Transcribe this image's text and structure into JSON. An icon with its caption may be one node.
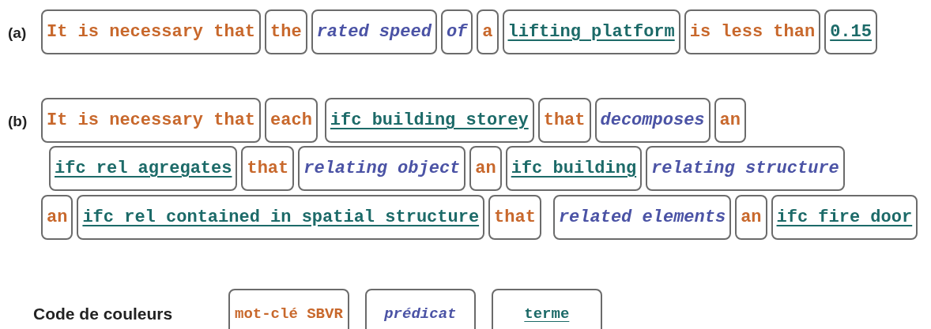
{
  "diagram": {
    "nodes": [
      {
        "text": [
          "It is necessary that"
        ]
      },
      {
        "text": [
          "the"
        ]
      },
      {
        "text": [
          "rated speed"
        ]
      },
      {
        "text": [
          "of"
        ]
      },
      {
        "text": [
          "a"
        ]
      },
      {
        "text": [
          "lifting platform"
        ]
      },
      {
        "text": [
          "is less than"
        ]
      },
      {
        "text": [
          "0.15"
        ]
      },
      {
        "text": [
          "It is necessary that"
        ]
      },
      {
        "text": [
          "each"
        ]
      },
      {
        "text": [
          "ifc building storey"
        ]
      },
      {
        "text": [
          "that"
        ]
      },
      {
        "text": [
          "decomposes"
        ]
      },
      {
        "text": [
          "an"
        ]
      },
      {
        "text": [
          "ifc rel agregates"
        ]
      },
      {
        "text": [
          "that"
        ]
      },
      {
        "text": [
          "relating object"
        ]
      },
      {
        "text": [
          "an"
        ]
      },
      {
        "text": [
          "ifc building"
        ]
      },
      {
        "text": [
          "relating structure"
        ]
      },
      {
        "text": [
          "an"
        ]
      },
      {
        "text": [
          "ifc rel contained in spatial structure"
        ]
      },
      {
        "text": [
          "that"
        ]
      },
      {
        "text": [
          "related elements"
        ]
      },
      {
        "text": [
          "an"
        ]
      },
      {
        "text": [
          "ifc fire door"
        ]
      }
    ],
    "labels": [
      "(a)",
      "(b)",
      "Code de couleurs"
    ],
    "legend": [
      {
        "text": "mot-clé SBVR",
        "color": "#c8682c"
      },
      {
        "text": "prédicat",
        "color": "#4b53a5"
      },
      {
        "text": "terme",
        "color": "#1c6a68"
      }
    ]
  }
}
